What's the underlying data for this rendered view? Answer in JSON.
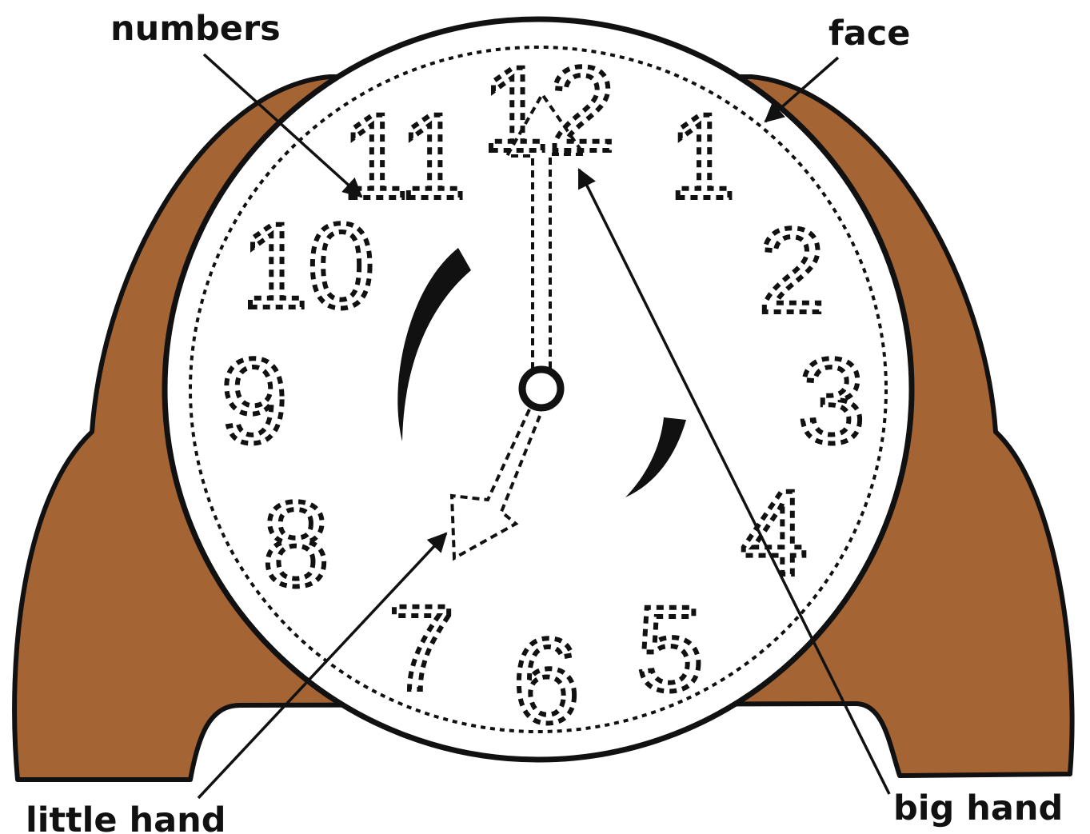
{
  "labels": {
    "numbers": "numbers",
    "face": "face",
    "little_hand": "little hand",
    "big_hand": "big hand"
  },
  "clock": {
    "numerals": [
      "12",
      "1",
      "2",
      "3",
      "4",
      "5",
      "6",
      "7",
      "8",
      "9",
      "10",
      "11"
    ]
  },
  "colors": {
    "case": "#A46434",
    "outline": "#111111",
    "face": "#ffffff"
  }
}
